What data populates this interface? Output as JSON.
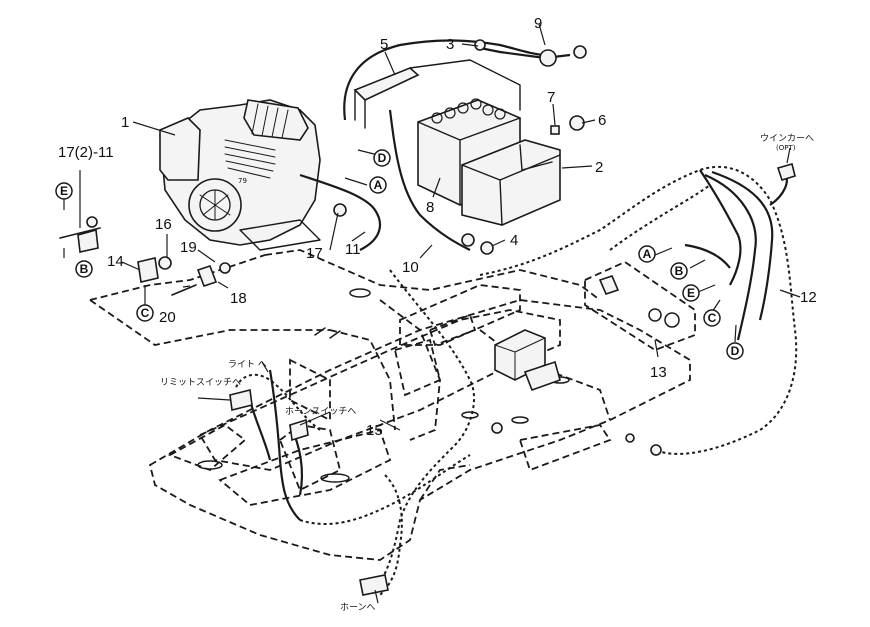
{
  "part_numbers": [
    "1",
    "2",
    "3",
    "4",
    "5",
    "6",
    "7",
    "8",
    "9",
    "10",
    "11",
    "12",
    "13",
    "14",
    "15",
    "16",
    "17",
    "17(2)-11",
    "18",
    "19",
    "20"
  ],
  "connectors": [
    "A",
    "B",
    "C",
    "D",
    "E"
  ],
  "notes": {
    "winker": "ウインカーへ",
    "winker_opt": "(OPT)",
    "light": "ライト へ",
    "limit_switch": "リミットスイッチへ",
    "horn_switch": "ホーンスイッチへ",
    "horn": "ホーンへ"
  }
}
